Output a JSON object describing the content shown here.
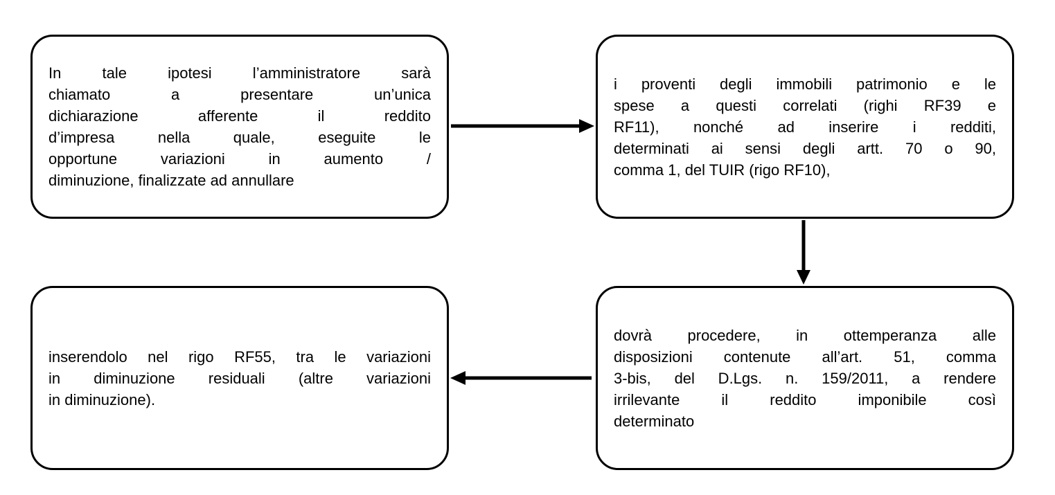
{
  "diagram": {
    "type": "flowchart",
    "colors": {
      "background": "#ffffff",
      "box_border": "#000000",
      "text": "#000000",
      "arrow": "#000000"
    },
    "boxes": [
      {
        "id": "top-left",
        "text": "In tale ipotesi l’amministratore sarà chiamato a presentare un’unica dichiarazione afferente il reddito d’impresa nella quale, eseguite le opportune variazioni in aumento / diminuzione, finalizzate ad annullare",
        "lines": [
          "In tale ipotesi l’amministratore sarà",
          "chiamato a presentare un’unica",
          "dichiarazione afferente il reddito",
          "d’impresa nella quale, eseguite le",
          "opportune variazioni in aumento /",
          "diminuzione, finalizzate ad annullare"
        ]
      },
      {
        "id": "top-right",
        "text": "i proventi degli immobili patrimonio e le spese a questi correlati (righi RF39 e RF11), nonché ad inserire i redditi, determinati ai sensi degli artt. 70 o 90, comma 1, del TUIR (rigo RF10),",
        "lines": [
          "i proventi degli immobili patrimonio e le",
          "spese a questi correlati (righi RF39 e",
          "RF11), nonché ad inserire i redditi,",
          "determinati ai sensi degli artt. 70 o 90,",
          "comma 1, del TUIR (rigo RF10),"
        ]
      },
      {
        "id": "bottom-right",
        "text": "dovrà procedere, in ottemperanza alle disposizioni contenute all’art. 51, comma 3-bis, del D.Lgs. n. 159/2011, a rendere irrilevante il reddito imponibile così determinato",
        "lines": [
          "dovrà procedere, in ottemperanza alle",
          "disposizioni contenute all’art. 51, comma",
          "3-bis, del D.Lgs. n. 159/2011, a rendere",
          "irrilevante il reddito imponibile così",
          "determinato"
        ]
      },
      {
        "id": "bottom-left",
        "text": "inserendolo nel rigo RF55, tra le variazioni in diminuzione residuali (altre variazioni in diminuzione).",
        "lines": [
          "inserendolo nel rigo RF55, tra le variazioni",
          "in diminuzione residuali (altre variazioni",
          "in diminuzione)."
        ]
      }
    ],
    "arrows": [
      {
        "id": "arrow-top",
        "from": "top-left",
        "to": "top-right",
        "direction": "right"
      },
      {
        "id": "arrow-middle",
        "from": "top-right",
        "to": "bottom-right",
        "direction": "down"
      },
      {
        "id": "arrow-bottom",
        "from": "bottom-right",
        "to": "bottom-left",
        "direction": "left"
      }
    ]
  }
}
